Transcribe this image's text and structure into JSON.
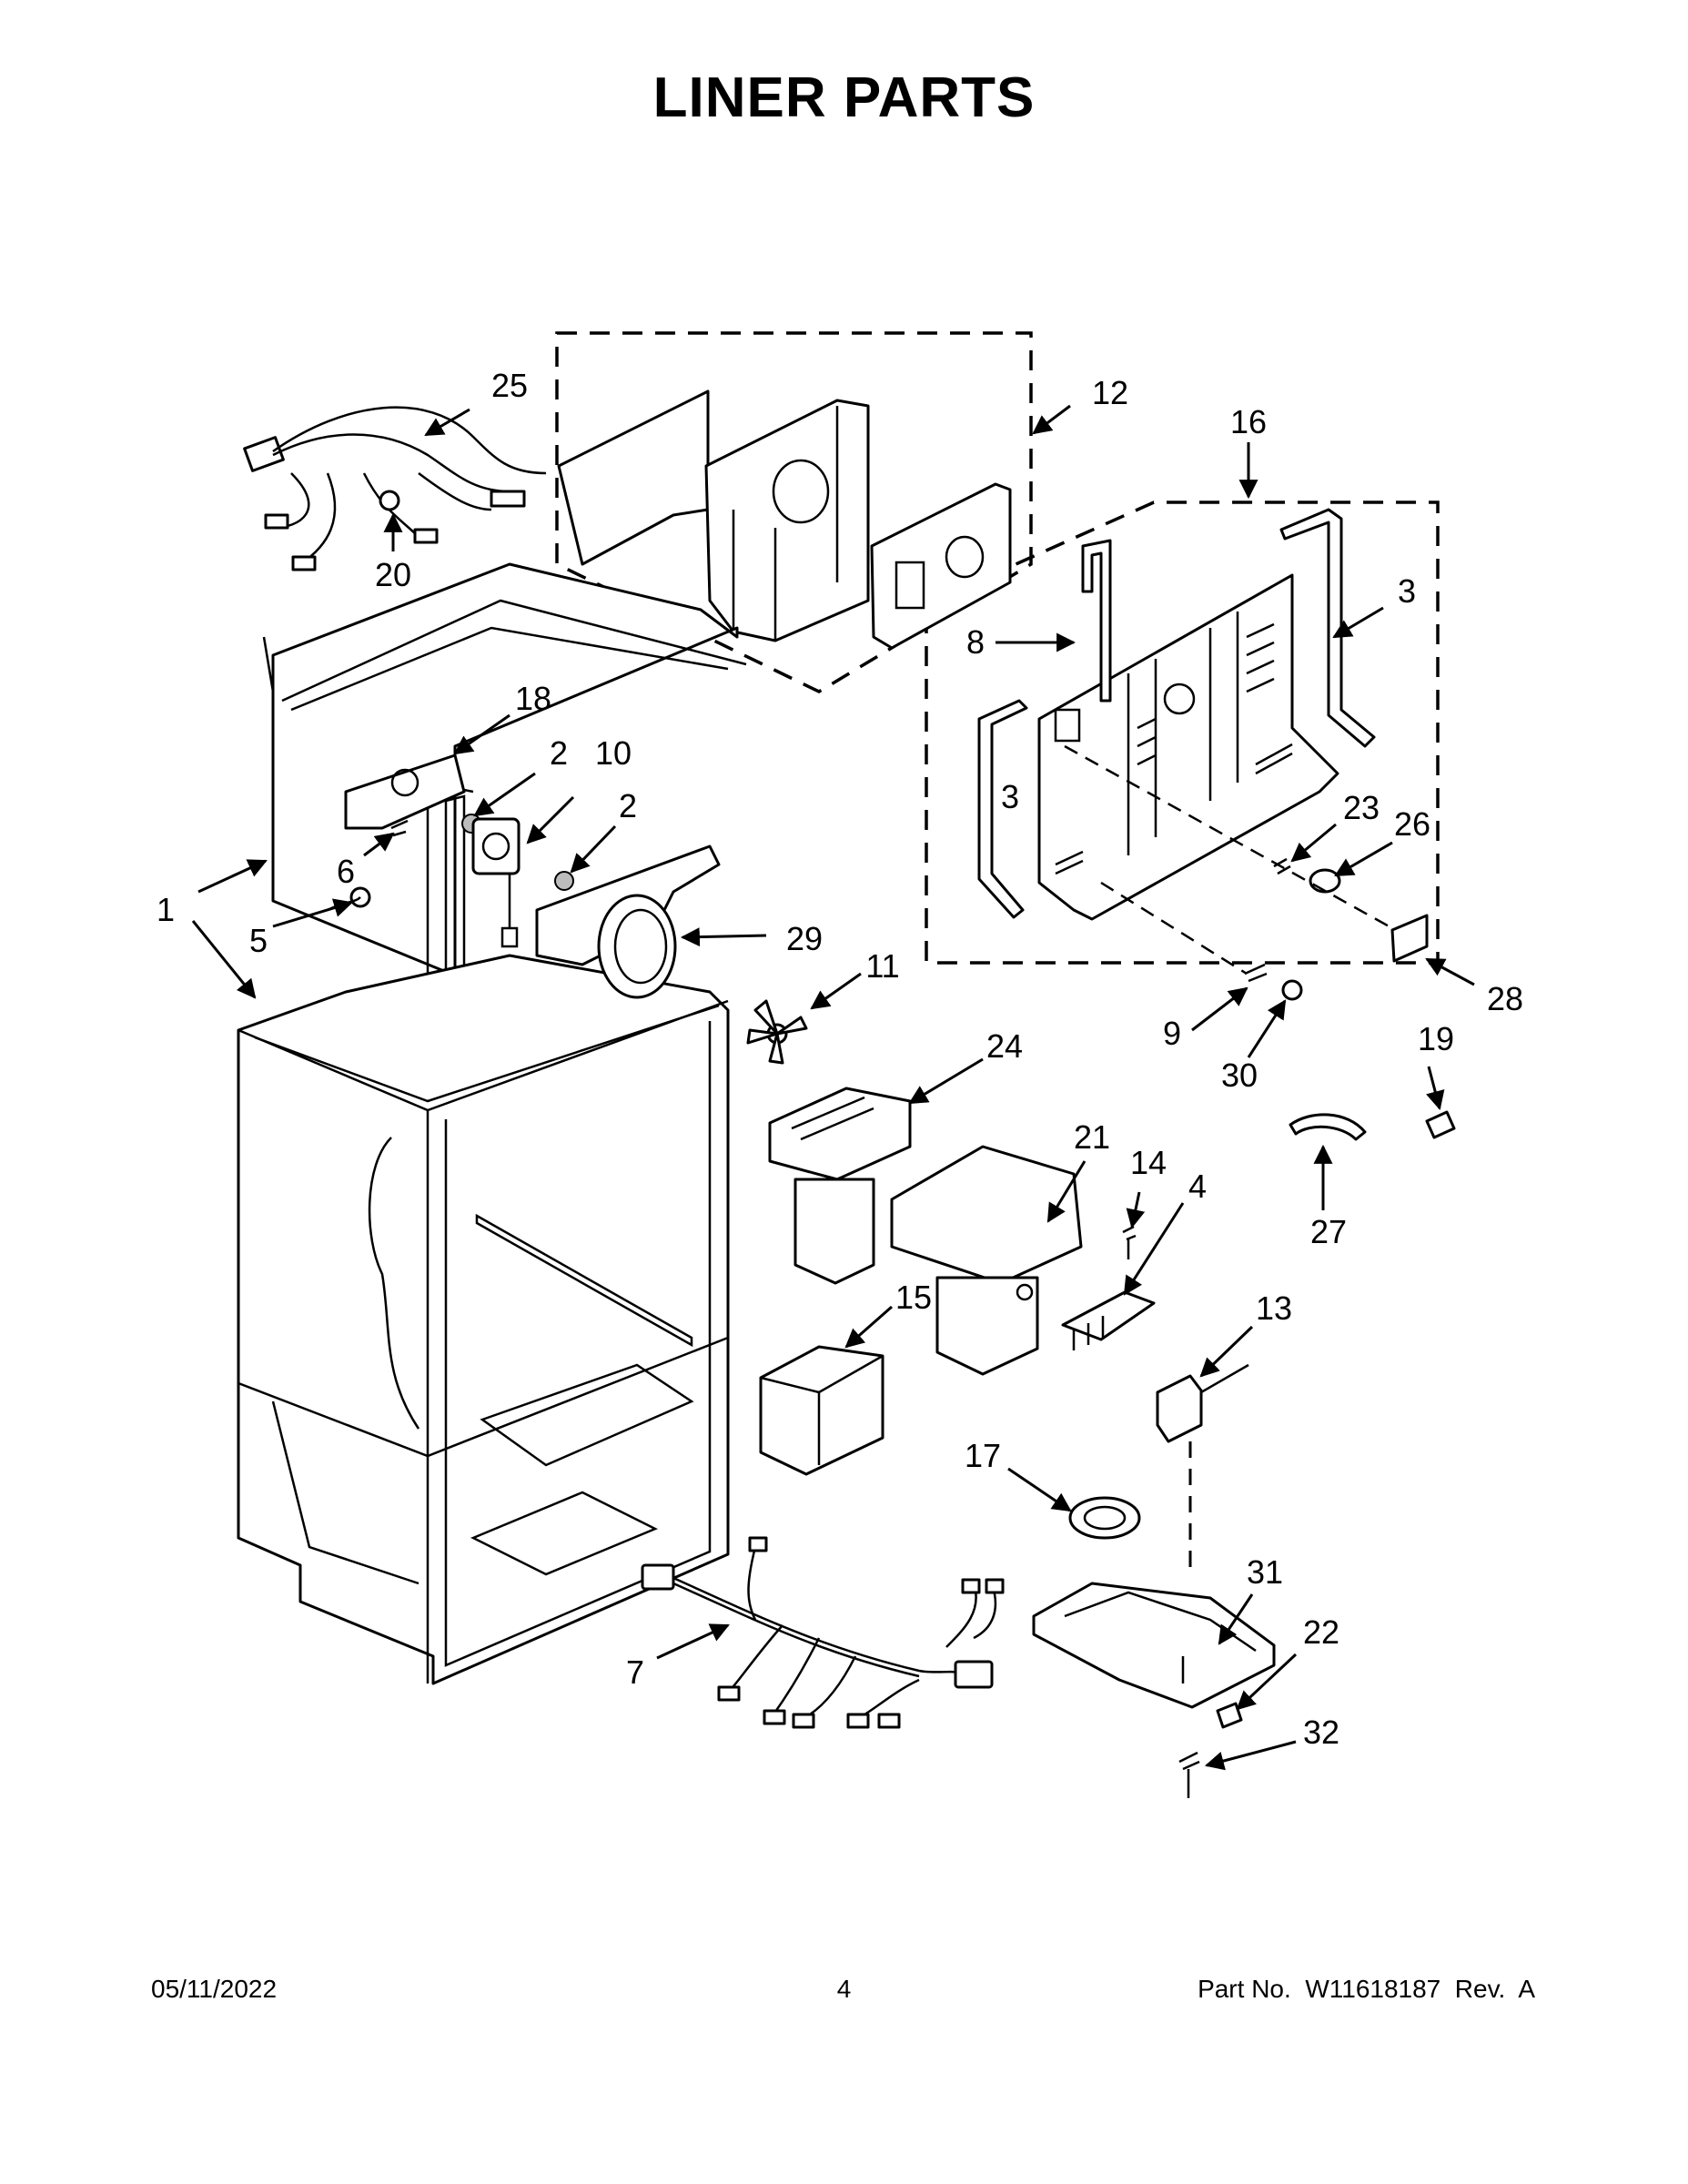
{
  "page": {
    "title": "LINER PARTS",
    "date": "05/11/2022",
    "page_number": "4",
    "part_info": "Part No.  W11618187  Rev.  A"
  },
  "callouts": {
    "c1": "1",
    "c2a": "2",
    "c2b": "2",
    "c3a": "3",
    "c3b": "3",
    "c4": "4",
    "c5": "5",
    "c6": "6",
    "c7": "7",
    "c8": "8",
    "c9": "9",
    "c10": "10",
    "c11": "11",
    "c12": "12",
    "c13": "13",
    "c14": "14",
    "c15": "15",
    "c16": "16",
    "c17": "17",
    "c18": "18",
    "c19": "19",
    "c20": "20",
    "c21": "21",
    "c22": "22",
    "c23": "23",
    "c24": "24",
    "c25": "25",
    "c26": "26",
    "c27": "27",
    "c28": "28",
    "c29": "29",
    "c30": "30",
    "c31": "31",
    "c32": "32"
  },
  "icons": {
    "arrow": "callout-arrow",
    "group_box": "dashed-group-box"
  }
}
